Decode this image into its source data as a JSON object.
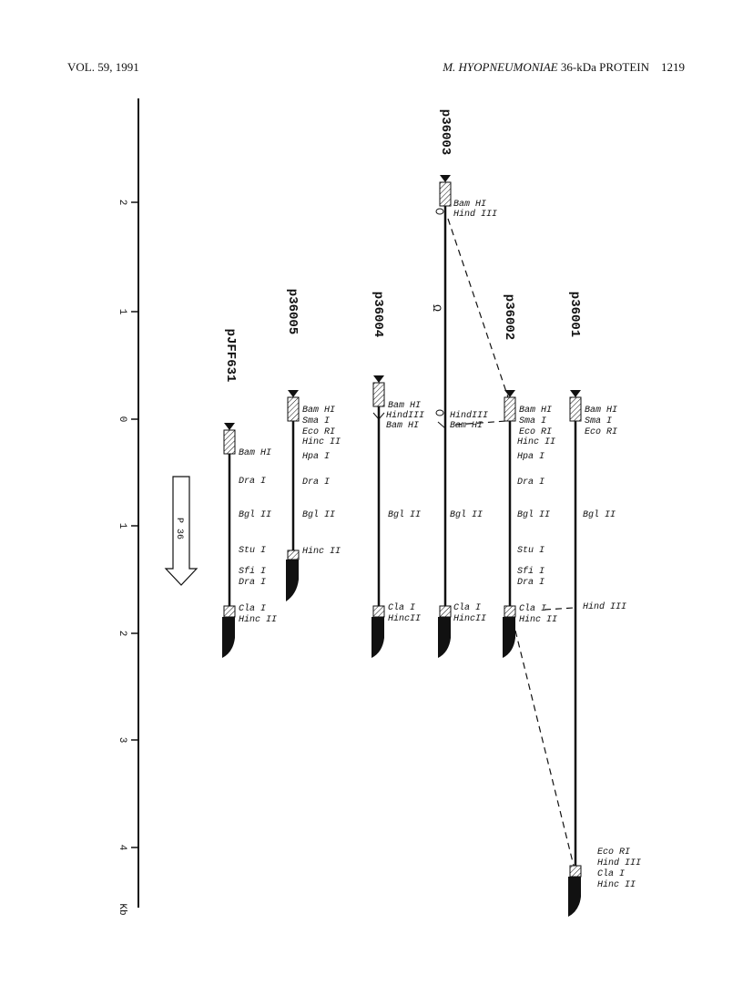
{
  "header": {
    "volume": "VOL. 59, 1991",
    "title": "M. HYOPNEUMONIAE",
    "subtitle": "36-kDa PROTEIN",
    "page": "1219"
  },
  "figure": {
    "axis_ticks": [
      "2",
      "1",
      "0",
      "1",
      "2",
      "3",
      "4"
    ],
    "axis_unit": "Kb",
    "arrow_label": "P 36",
    "loop_symbol": "Ω",
    "plasmids": [
      {
        "name": "pJFF631",
        "sites": [
          "Bam HI",
          "Dra I",
          "Bgl II",
          "Stu I",
          "Sfi I",
          "Dra I",
          "Cla I",
          "Hinc II"
        ]
      },
      {
        "name": "p36005",
        "sites": [
          "Bam HI",
          "Sma I",
          "Eco RI",
          "Hinc II",
          "Hpa I",
          "Dra I",
          "Bgl II",
          "Hinc II"
        ]
      },
      {
        "name": "p36004",
        "sites": [
          "Bam HI",
          "HindIII",
          "Bam HI",
          "Bgl II",
          "Cla I",
          "HincII"
        ]
      },
      {
        "name": "p36003",
        "sites": [
          "Bam HI",
          "Hind III",
          "HindIII",
          "Bam HI",
          "Bgl II",
          "Cla I",
          "HincII"
        ]
      },
      {
        "name": "p36002",
        "sites": [
          "Bam HI",
          "Sma I",
          "Eco RI",
          "Hinc II",
          "Hpa I",
          "Dra I",
          "Bgl II",
          "Stu I",
          "Sfi I",
          "Dra I",
          "Cla I",
          "Hinc II"
        ]
      },
      {
        "name": "p36001",
        "sites": [
          "Bam HI",
          "Sma I",
          "Eco RI",
          "Bgl II",
          "Hind III",
          "Eco RI",
          "Hind III",
          "Cla I",
          "Hinc II"
        ]
      }
    ]
  }
}
